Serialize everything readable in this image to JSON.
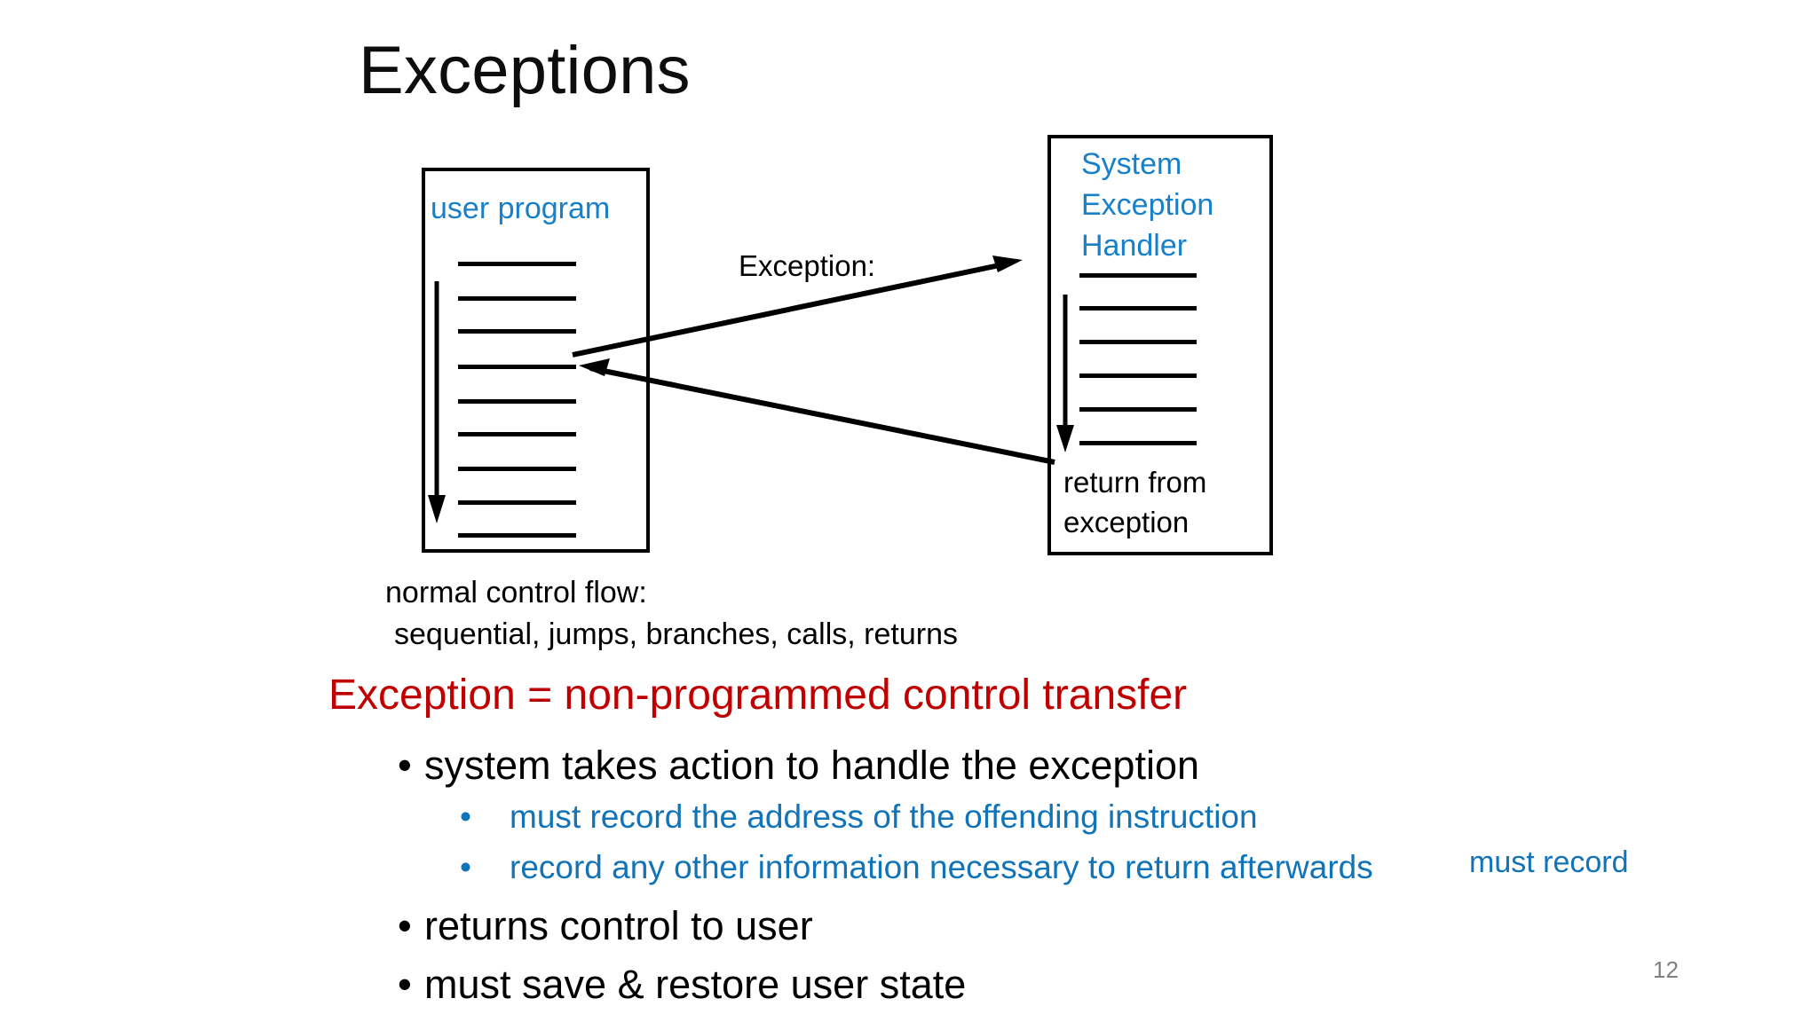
{
  "slide": {
    "title": "Exceptions",
    "page_number": "12"
  },
  "diagram": {
    "user_program": {
      "title": "user program",
      "instruction_line_count": 9
    },
    "handler": {
      "title": "System Exception Handler",
      "instruction_line_count": 6,
      "return_label": "return from exception"
    },
    "exception_arrow_label": "Exception:",
    "caption": {
      "line1": "normal control flow:",
      "line2": "sequential, jumps, branches, calls, returns"
    }
  },
  "content": {
    "heading": "Exception = non-programmed control transfer",
    "bullets": [
      {
        "level": 1,
        "text": "system takes action to handle the exception"
      },
      {
        "level": 2,
        "text": "must record the address of the offending instruction"
      },
      {
        "level": 2,
        "text": "record any other information necessary to return afterwards"
      },
      {
        "level": 1,
        "text": "returns control to user"
      },
      {
        "level": 1,
        "text": "must save & restore user state"
      }
    ],
    "side_note": "must record",
    "bullet_glyph": "•"
  },
  "colors": {
    "accent_blue": "#1880c9",
    "bullet_blue": "#1173b8",
    "heading_red": "#c00000",
    "outline_black": "#000000",
    "page_number_gray": "#808080"
  }
}
